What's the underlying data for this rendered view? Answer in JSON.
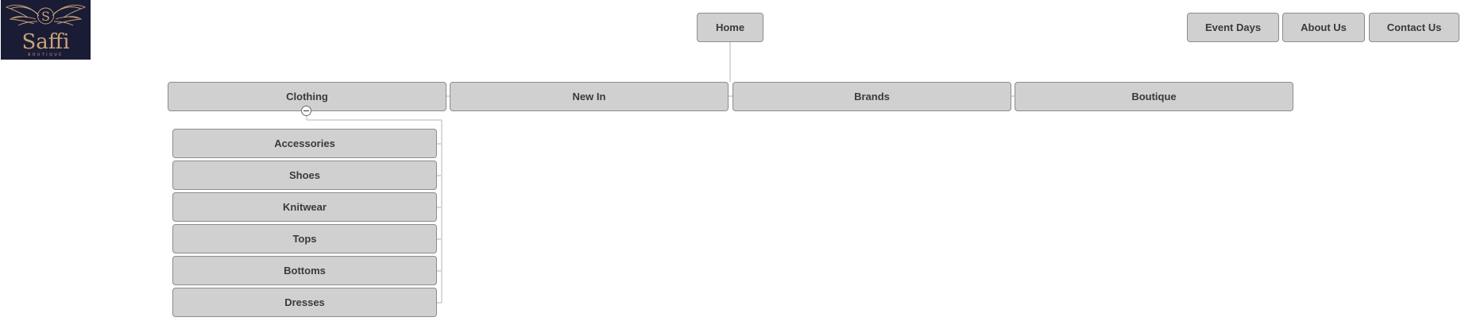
{
  "logo": {
    "monogram": "S",
    "name": "Saffi",
    "tagline": "BOUTIQUE",
    "background": "#1a1c36",
    "accent": "#c9a478"
  },
  "sitemap": {
    "home": "Home",
    "utility": [
      "Event Days",
      "About Us",
      "Contact Us"
    ],
    "main": [
      "Clothing",
      "New In",
      "Brands",
      "Boutique"
    ],
    "clothing_children": [
      "Accessories",
      "Shoes",
      "Knitwear",
      "Tops",
      "Bottoms",
      "Dresses"
    ],
    "collapse_icon": "minus-icon"
  },
  "colors": {
    "node_fill": "#d0d0d0",
    "node_border": "#8c8c8c",
    "node_text": "#3a3a3a",
    "connector": "#d9d9d9"
  }
}
